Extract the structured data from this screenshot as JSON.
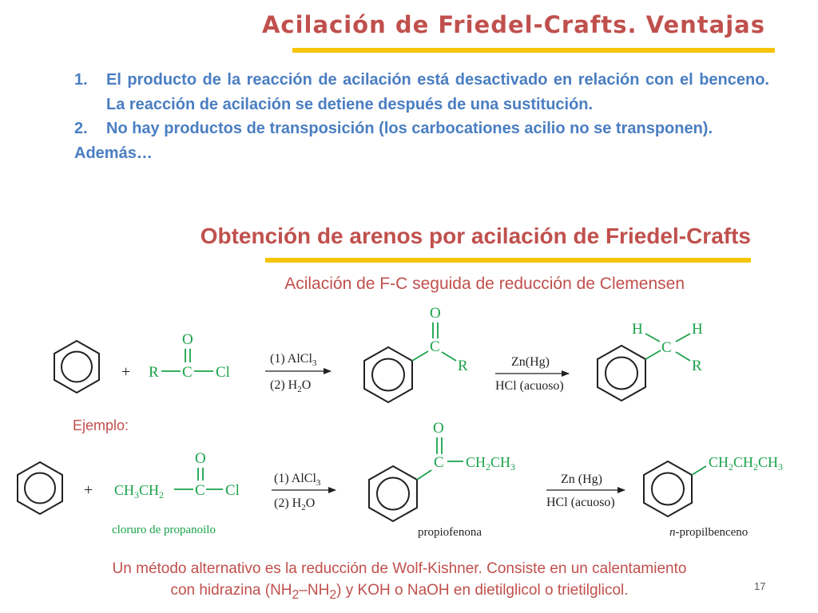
{
  "slide": {
    "title": "Acilación de Friedel-Crafts. Ventajas",
    "points": [
      {
        "num": "1.",
        "text": "El producto de la reacción de acilación está desactivado en relación con el benceno. La reacción de acilación se detiene después de una sustitución."
      },
      {
        "num": "2.",
        "text": "No hay productos de transposición (los carbocationes acilio no se transponen)."
      }
    ],
    "ademas": "Además…",
    "subtitle": "Obtención de arenos por acilación de Friedel-Crafts",
    "scheme_title": "Acilación de F-C seguida de reducción de Clemensen",
    "example_label": "Ejemplo:",
    "note_line1": "Un método alternativo es la reducción de Wolf-Kishner. Consiste en un calentamiento",
    "note_line2_prefix": "con hidrazina (NH",
    "note_sub1": "2",
    "note_mid": "–NH",
    "note_sub2": "2",
    "note_line2_suffix": ") y KOH o NaOH en dietilglicol o trietilglicol.",
    "page_number": "17"
  },
  "colors": {
    "title_red": "#c0504d",
    "body_blue": "#4a7ec2",
    "accent_bar": "#f6c400",
    "chem_green": "#1aa24a",
    "ink": "#231f20"
  },
  "scheme1": {
    "plus": "+",
    "R": "R",
    "C": "C",
    "O": "O",
    "Cl": "Cl",
    "H": "H",
    "reagent1_line1_prefix": "(1) AlCl",
    "reagent1_line1_sub": "3",
    "reagent1_line2_prefix": "(2) H",
    "reagent1_line2_sub": "2",
    "reagent1_line2_suffix": "O",
    "reagent2_line1": "Zn(Hg)",
    "reagent2_line2": "HCl (acuoso)"
  },
  "scheme2": {
    "plus": "+",
    "C": "C",
    "O": "O",
    "Cl": "Cl",
    "reagent1_line1_prefix": "(1) AlCl",
    "reagent1_line1_sub": "3",
    "reagent1_line2_prefix": "(2) H",
    "reagent1_line2_sub": "2",
    "reagent1_line2_suffix": "O",
    "reagent2_line1": "Zn (Hg)",
    "reagent2_line2": "HCl (acuoso)",
    "label_reactant": "cloruro de propanoilo",
    "label_intermediate": "propiofenona",
    "label_product_italic": "n",
    "label_product_rest": "-propilbenceno"
  }
}
